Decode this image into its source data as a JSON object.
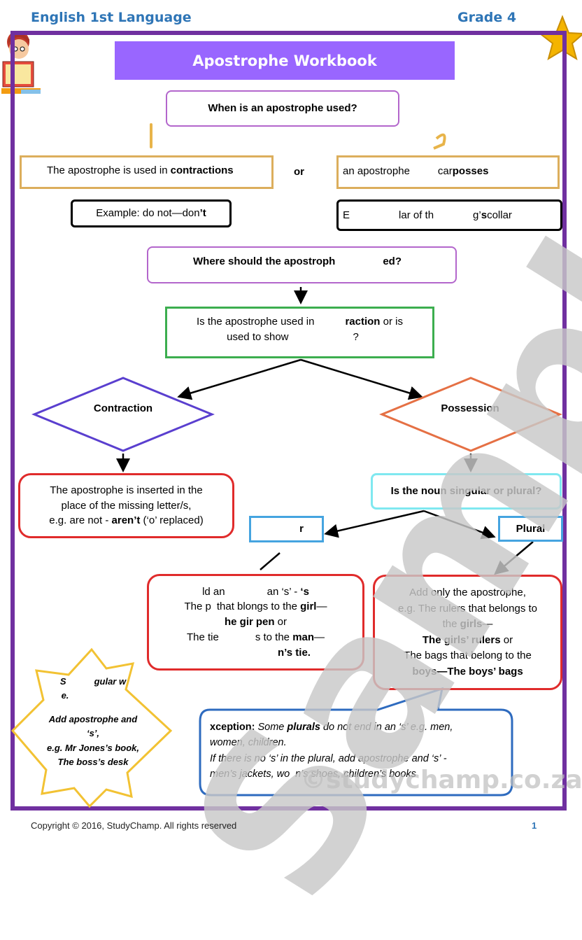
{
  "header": {
    "subject": "English 1st Language",
    "grade": "Grade 4"
  },
  "title": "Apostrophe Workbook",
  "q1": "When is an apostrophe used?",
  "contractions": {
    "prefix": "The apostrophe is used in ",
    "bold": "contractions"
  },
  "or_label": "or",
  "possession": {
    "prefix": "an apostrophe",
    "mid": " car",
    "bold": " posses"
  },
  "example_left": {
    "prefix": "Example: do not—don",
    "bold": "’t"
  },
  "example_right": {
    "prefix": "E",
    "mid": "lar of th",
    "suffix": "g’",
    "bold": "s",
    "end": " collar"
  },
  "q2": {
    "prefix": "Where should the apostroph",
    "suffix": "ed?"
  },
  "q3": {
    "line1_prefix": "Is the apostrophe used in",
    "line1_bold": "raction",
    "line1_suffix": " or is",
    "line2": "used to show",
    "line2_end": "?"
  },
  "contraction_label": "Contraction",
  "possession_label": "Possession",
  "inserted": {
    "line1": "The apostrophe is inserted in the",
    "line2": "place of the missing letter/s,",
    "line3_prefix": "e.g. are not - ",
    "line3_bold": "aren’t",
    "line3_suffix": " (‘o’ replaced)"
  },
  "noun_q": "Is the noun singular or plural?",
  "singular_label": "r",
  "plural_label": "Plural",
  "singular_box": {
    "line1_prefix": "ld an",
    "line1_mid": "an ‘s’ - ",
    "line1_bold": "‘s",
    "line2_prefix": "The p",
    "line2_mid": "that b",
    "line2_suffix": "longs to the ",
    "line2_bold": "girl",
    "line2_end": "—",
    "line3_bold": "he gir",
    "line3_mid": "pen",
    "line3_end": " or",
    "line4_prefix": "The tie",
    "line4_mid": "s to the ",
    "line4_bold": "man",
    "line4_end": "—",
    "line5_bold": "n’s tie."
  },
  "plural_box": {
    "line1": "Add only the apostrophe,",
    "line2": "e.g. The rulers that belongs to",
    "line3_prefix": "the ",
    "line3_bold": "girls",
    "line3_suffix": "—",
    "line4_bold": "The girls’ rulers",
    "line4_suffix": " or",
    "line5": "The bags that belong to the",
    "line6_bold": "boys—The boys’ bags"
  },
  "star_note": {
    "line1": "S",
    "line1b": "gular w",
    "line2": "e.",
    "line3": "Add apostrophe and",
    "line4": "‘s’,",
    "line5": "e.g.  Mr Jones’s book,",
    "line6": "The boss’s desk"
  },
  "exception": {
    "bold": "xception:",
    "line1_it": " Some ",
    "line1_bold_it": "plurals",
    "line1_end": " do not end in an ‘s’ e.g. men,",
    "line2": "women, children.",
    "line3": "If there is no ‘s’ in the plural, add apostrophe and ‘s’  -",
    "line4": "men’s jackets, wo",
    "line4_end": "n’s shoes, children’s books"
  },
  "watermark": "Sample",
  "site": "©studychamp.co.za",
  "footer": "Copyright © 2016, StudyChamp. All rights reserved",
  "page_number": "1",
  "colors": {
    "frame": "#7030a0",
    "banner": "#9966ff",
    "header": "#2e75b6"
  }
}
